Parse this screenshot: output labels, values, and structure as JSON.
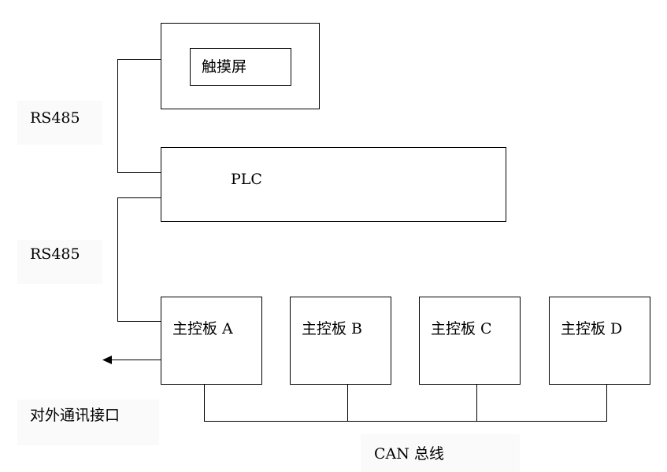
{
  "diagram": {
    "touchscreen": {
      "label": "触摸屏"
    },
    "plc": {
      "label": "PLC"
    },
    "links": {
      "touchscreen_plc": "RS485",
      "plc_boards": "RS485",
      "external": "对外通讯接口",
      "can_bus": "CAN 总线"
    },
    "boards": [
      {
        "label": "主控板 A"
      },
      {
        "label": "主控板 B"
      },
      {
        "label": "主控板 C"
      },
      {
        "label": "主控板 D"
      }
    ]
  },
  "colors": {
    "line": "#000000",
    "label_background": "#fafafa",
    "background": "#ffffff"
  }
}
